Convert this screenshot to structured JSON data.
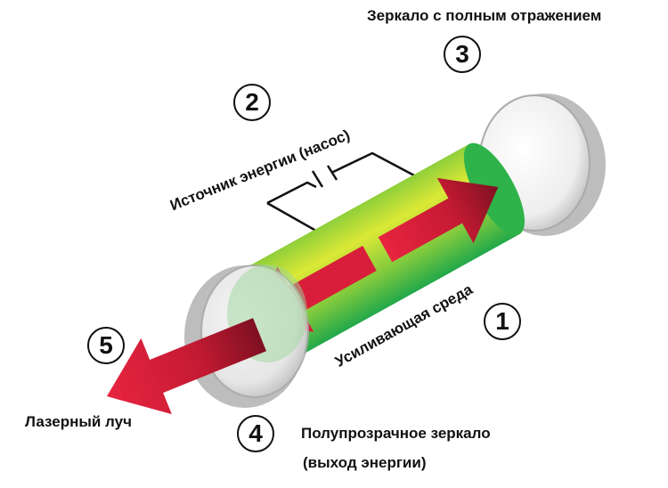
{
  "labels": {
    "gain_medium": "Усиливающая среда",
    "pump_source": "Источник энергии (насос)",
    "full_mirror": "Зеркало с полным отражением",
    "partial_mirror_line1": "Полупрозрачное зеркало",
    "partial_mirror_line2": "(выход энергии)",
    "laser_beam": "Лазерный луч"
  },
  "numbers": {
    "gain_medium": "1",
    "pump_source": "2",
    "full_mirror": "3",
    "partial_mirror": "4",
    "laser_beam": "5"
  },
  "colors": {
    "tube_green": "#2eb34a",
    "tube_yellow": "#d9e635",
    "arrow_red": "#d81e3a",
    "mirror_gray": "#c8c8c8"
  }
}
